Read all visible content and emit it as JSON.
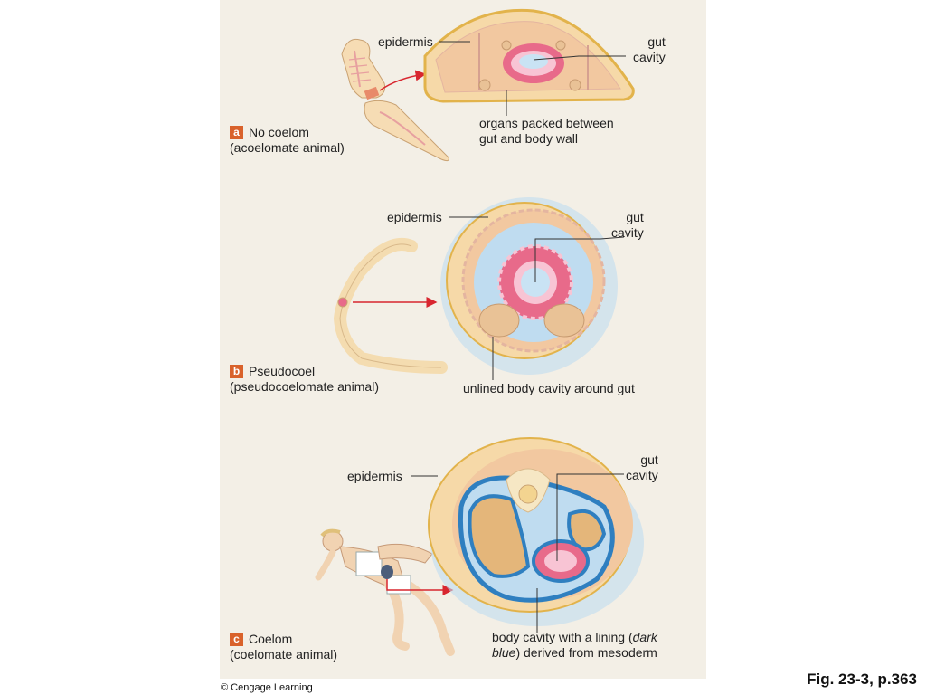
{
  "panel_a": {
    "letter": "a",
    "title": "No coelom",
    "subtitle": "(acoelomate animal)",
    "epidermis": "epidermis",
    "gut_line1": "gut",
    "gut_line2": "cavity",
    "organs_line1": "organs packed between",
    "organs_line2": "gut and body wall"
  },
  "panel_b": {
    "letter": "b",
    "title": "Pseudocoel",
    "subtitle": "(pseudocoelomate animal)",
    "epidermis": "epidermis",
    "gut_line1": "gut",
    "gut_line2": "cavity",
    "cavity": "unlined body cavity around gut"
  },
  "panel_c": {
    "letter": "c",
    "title": "Coelom",
    "subtitle": "(coelomate animal)",
    "epidermis": "epidermis",
    "gut_line1": "gut",
    "gut_line2": "cavity",
    "lining_pre": "body cavity with a lining (",
    "lining_em": "dark",
    "lining_em2": "blue",
    "lining_post": ") derived from mesoderm"
  },
  "copyright": "© Cengage Learning",
  "figure_ref": "Fig. 23-3, p.363",
  "colors": {
    "panel_bg": "#f3efe6",
    "skin": "#f6d9a8",
    "muscle": "#f0c9a0",
    "gut_pink": "#e86a8a",
    "cavity_blue": "#bfdcf0",
    "lining_blue": "#2f7fc0",
    "arrow_red": "#d8262f",
    "badge": "#d9622b"
  }
}
